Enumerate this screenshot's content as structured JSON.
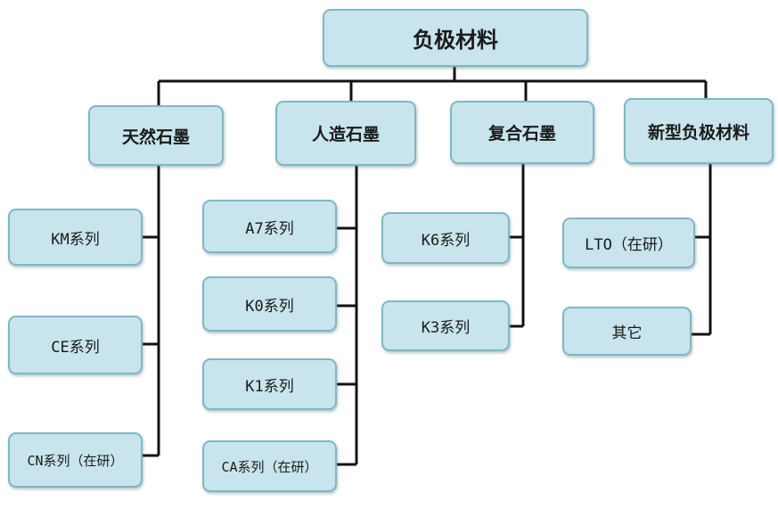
{
  "root": {
    "label": "负极材料"
  },
  "categories": [
    {
      "label": "天然石墨",
      "items": [
        "KM系列",
        "CE系列",
        "CN系列（在研）"
      ]
    },
    {
      "label": "人造石墨",
      "items": [
        "A7系列",
        "K0系列",
        "K1系列",
        "CA系列（在研）"
      ]
    },
    {
      "label": "复合石墨",
      "items": [
        "K6系列",
        "K3系列"
      ]
    },
    {
      "label": "新型负极材料",
      "items": [
        "LTO（在研）",
        "其它"
      ]
    }
  ],
  "colors": {
    "box_fill": "#c8e4ec",
    "box_border": "#7fb7c5",
    "connector": "#111111"
  }
}
